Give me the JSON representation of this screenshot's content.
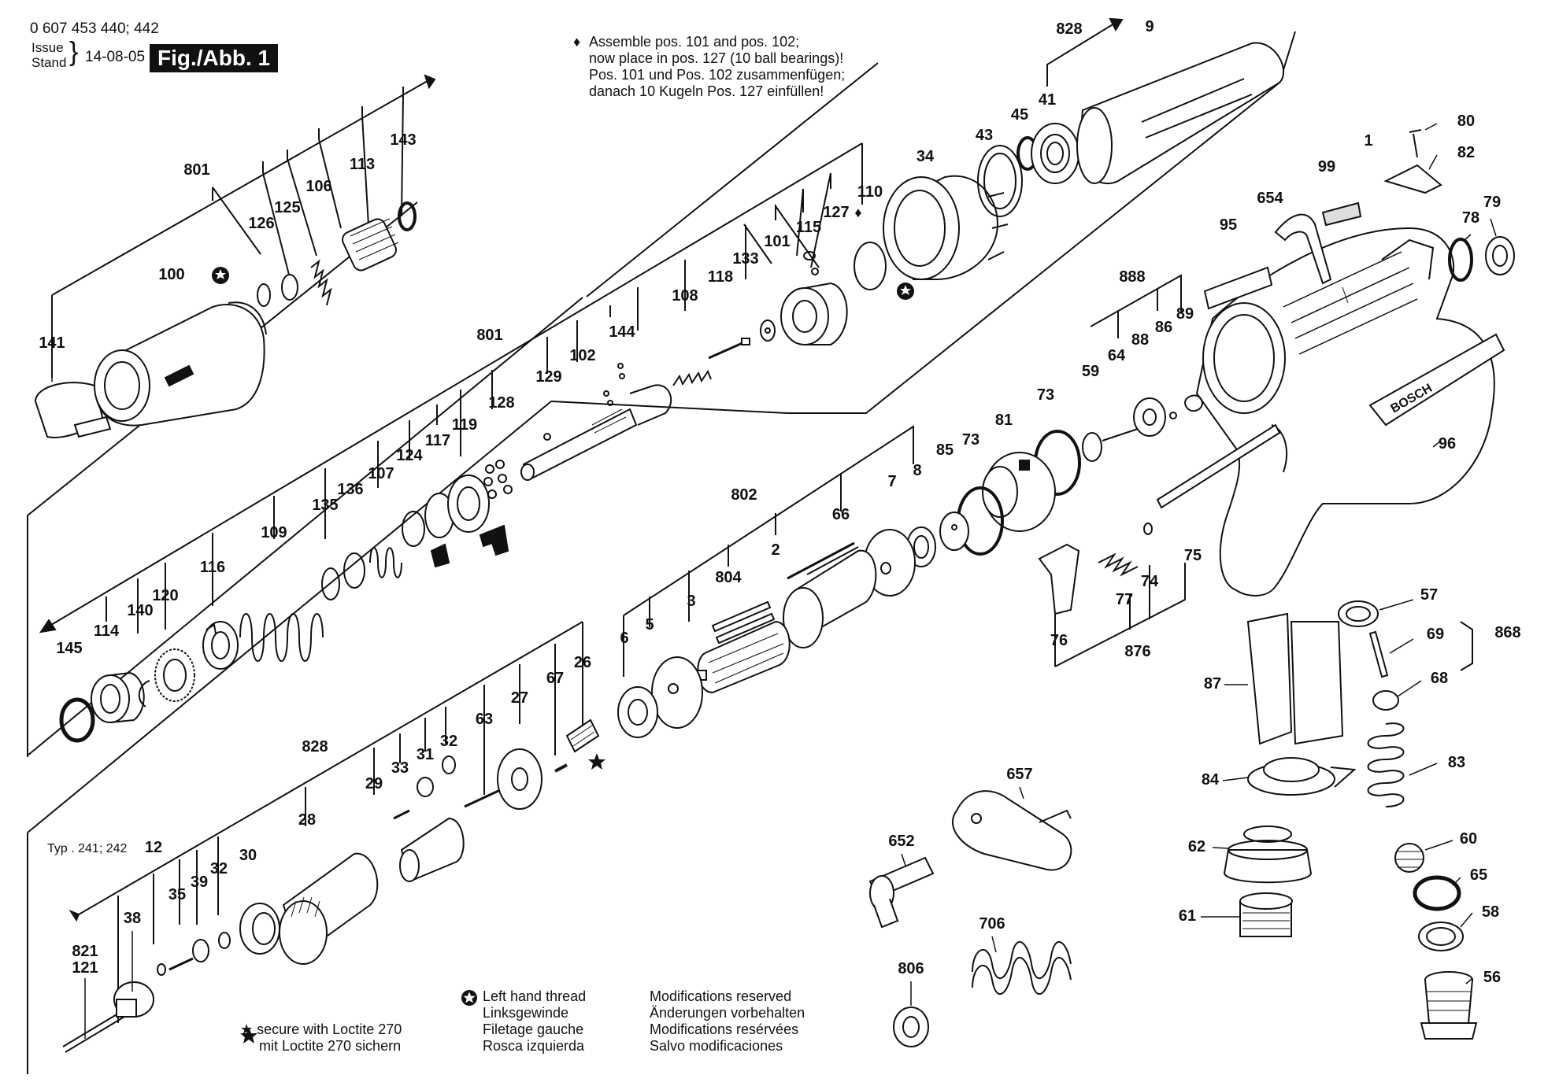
{
  "header": {
    "doc_number": "0 607 453 440; 442",
    "issue_label": "Issue",
    "stand_label": "Stand",
    "date": "14-08-05",
    "figure_label": "Fig./Abb. 1"
  },
  "assembly_note": {
    "marker": "♦",
    "lines": [
      "Assemble pos. 101 and pos. 102;",
      "now place in pos. 127 (10 ball bearings)!",
      "Pos. 101 und Pos. 102 zusammenfügen;",
      "danach 10 Kugeln Pos. 127 einfüllen!"
    ]
  },
  "type_label": "Typ . 241; 242",
  "legend": {
    "loctite": [
      "★ secure with Loctite 270",
      "mit Loctite 270 sichern"
    ],
    "left_hand_thread": [
      "Left hand thread",
      "Linksgewinde",
      "Filetage gauche",
      "Rosca izquierda"
    ],
    "modifications": [
      "Modifications reserved",
      "Änderungen vorbehalten",
      "Modifications resérvées",
      "Salvo modificaciones"
    ]
  },
  "brand_text": "BOSCH",
  "part_labels": {
    "p801a": "801",
    "p143": "143",
    "p113": "113",
    "p106": "106",
    "p125": "125",
    "p126": "126",
    "p100": "100",
    "p141": "141",
    "p801b": "801",
    "p128": "128",
    "p129": "129",
    "p102": "102",
    "p144": "144",
    "p108": "108",
    "p118": "118",
    "p133": "133",
    "p101": "101",
    "p115": "115",
    "p127": "127",
    "p110": "110",
    "p119": "119",
    "p117": "117",
    "p124": "124",
    "p107": "107",
    "p136": "136",
    "p135": "135",
    "p109": "109",
    "p116": "116",
    "p120": "120",
    "p140": "140",
    "p114": "114",
    "p145": "145",
    "p34": "34",
    "p43": "43",
    "p45": "45",
    "p41": "41",
    "p828a": "828",
    "p9": "9",
    "p1": "1",
    "p80": "80",
    "p82": "82",
    "p99": "99",
    "p654": "654",
    "p95": "95",
    "p78": "78",
    "p79": "79",
    "p96": "96",
    "p888": "888",
    "p59": "59",
    "p64": "64",
    "p88": "88",
    "p86": "86",
    "p89": "89",
    "p73a": "73",
    "p73b": "73",
    "p81": "81",
    "p85": "85",
    "p8": "8",
    "p7": "7",
    "p802": "802",
    "p66": "66",
    "p2": "2",
    "p804": "804",
    "p3": "3",
    "p5": "5",
    "p6": "6",
    "p75": "75",
    "p74": "74",
    "p77": "77",
    "p876": "876",
    "p76": "76",
    "p57": "57",
    "p69": "69",
    "p868": "868",
    "p68": "68",
    "p87": "87",
    "p83": "83",
    "p84": "84",
    "p60": "60",
    "p65": "65",
    "p62": "62",
    "p58": "58",
    "p61": "61",
    "p56": "56",
    "p657": "657",
    "p652": "652",
    "p706": "706",
    "p806": "806",
    "p828b": "828",
    "p28": "28",
    "p63": "63",
    "p27": "27",
    "p67": "67",
    "p26": "26",
    "p29": "29",
    "p33": "33",
    "p31": "31",
    "p32a": "32",
    "p12": "12",
    "p35": "35",
    "p39": "39",
    "p32b": "32",
    "p30": "30",
    "p38": "38",
    "p821": "821",
    "p121": "121"
  },
  "colors": {
    "ink": "#111111",
    "paper": "#ffffff",
    "shade": "#d9d9d9"
  }
}
